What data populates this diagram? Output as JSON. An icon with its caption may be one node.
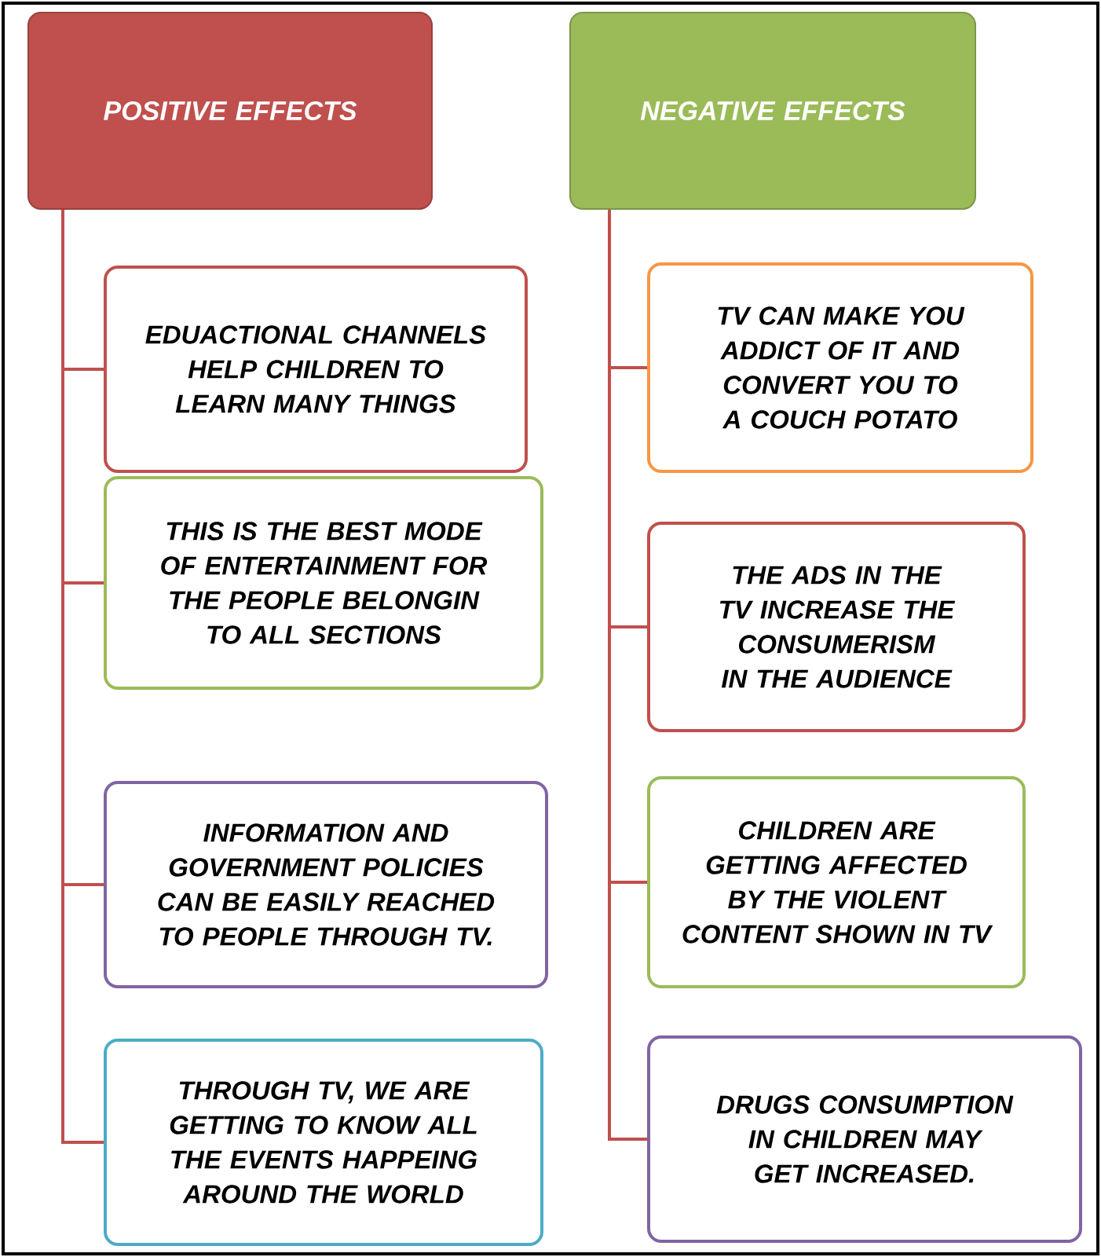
{
  "diagram": {
    "nodes": [
      {
        "text": [
          "POSITIVE EFFECTS"
        ]
      },
      {
        "text": [
          "EDUACTIONAL CHANNELS HELP CHILDREN TO LEARN MANY THINGS"
        ]
      },
      {
        "text": [
          "THIS IS THE BEST MODE OF ENTERTAINMENT FOR THE PEOPLE BELONGIN TO ALL SECTIONS"
        ]
      },
      {
        "text": [
          "INFORMATION AND GOVERNMENT POLICIES CAN BE EASILY REACHED TO PEOPLE THROUGH TV."
        ]
      },
      {
        "text": [
          "THROUGH TV, WE ARE GETTING TO KNOW ALL THE EVENTS HAPPEING AROUND THE WORLD"
        ]
      },
      {
        "text": [
          "NEGATIVE EFFECTS"
        ]
      },
      {
        "text": [
          "TV CAN MAKE YOU ADDICT OF IT AND CONVERT YOU TO A COUCH POTATO"
        ]
      },
      {
        "text": [
          "THE ADS IN THE TV INCREASE THE CONSUMERISM IN THE AUDIENCE"
        ]
      },
      {
        "text": [
          "CHILDREN ARE GETTING AFFECTED BY THE VIOLENT CONTENT SHOWN IN TV"
        ]
      },
      {
        "text": [
          "DRUGS CONSUMPTION IN CHILDREN MAY GET INCREASED."
        ]
      }
    ],
    "edges": [
      {
        "from": 0,
        "to": 1,
        "arrow": "none"
      },
      {
        "from": 0,
        "to": 2,
        "arrow": "none"
      },
      {
        "from": 0,
        "to": 3,
        "arrow": "none"
      },
      {
        "from": 0,
        "to": 4,
        "arrow": "none"
      },
      {
        "from": 5,
        "to": 6,
        "arrow": "none"
      },
      {
        "from": 5,
        "to": 7,
        "arrow": "none"
      },
      {
        "from": 5,
        "to": 8,
        "arrow": "none"
      },
      {
        "from": 5,
        "to": 9,
        "arrow": "none"
      }
    ]
  }
}
